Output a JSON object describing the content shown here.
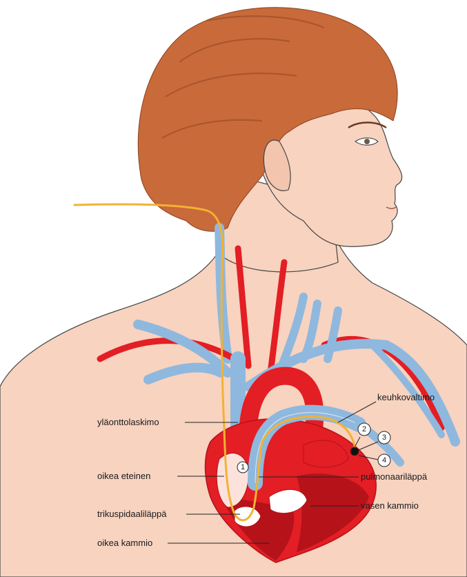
{
  "labels": {
    "ylaonttolaskimo": "yläonttolaskimo",
    "oikea_eteinen": "oikea eteinen",
    "trikuspidaalilappa": "trikuspidaaliläppä",
    "oikea_kammio": "oikea kammio",
    "keuhkovaltimo": "keuhkovaltimo",
    "pulmonaarilappa": "pulmonaariläppä",
    "vasen_kammio": "vasen kammio"
  },
  "markers": [
    "1",
    "2",
    "3",
    "4"
  ],
  "colors": {
    "skin": "#f7d3c0",
    "skin_outline": "#444444",
    "hair": "#c86a3a",
    "hair_dark": "#a9542a",
    "artery": "#e31e24",
    "artery_dark": "#b5121a",
    "vein": "#8fb8de",
    "catheter": "#f2b233",
    "heart_light": "#ffffff"
  }
}
